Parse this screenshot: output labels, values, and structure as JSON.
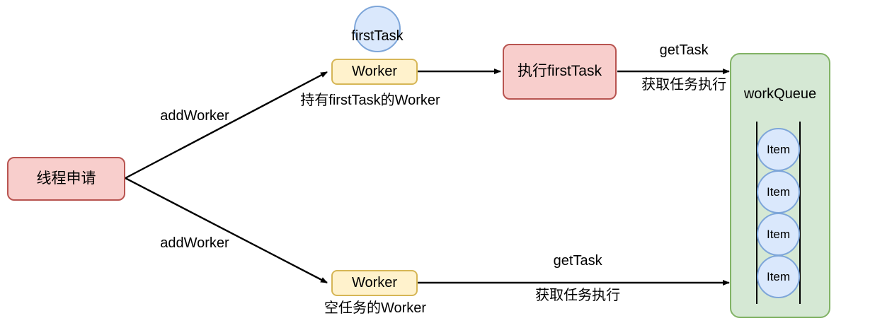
{
  "diagram": {
    "title": "Thread pool worker dispatch diagram",
    "colors": {
      "pink_fill": "#f8cecc",
      "pink_stroke": "#b85450",
      "yellow_fill": "#fff2cc",
      "yellow_stroke": "#d6b656",
      "green_fill": "#d5e8d4",
      "green_stroke": "#82b366",
      "blue_fill": "#dae8fc",
      "blue_stroke": "#7ea6d9",
      "edge_stroke": "#000000",
      "background": "#ffffff"
    },
    "nodes": {
      "thread_request": "线程申请",
      "worker_with_task": "Worker",
      "first_task_circle": "firstTask",
      "execute_first_task": "执行firstTask",
      "worker_empty": "Worker",
      "work_queue_title": "workQueue",
      "queue_items": [
        "Item",
        "Item",
        "Item",
        "Item"
      ]
    },
    "edge_labels": {
      "add_worker_top": "addWorker",
      "add_worker_bottom": "addWorker",
      "worker_with_first_task": "持有firstTask的Worker",
      "worker_empty_caption": "空任务的Worker",
      "get_task_top_line1": "getTask",
      "get_task_top_line2": "获取任务执行",
      "get_task_bottom_line1": "getTask",
      "get_task_bottom_line2": "获取任务执行"
    }
  }
}
